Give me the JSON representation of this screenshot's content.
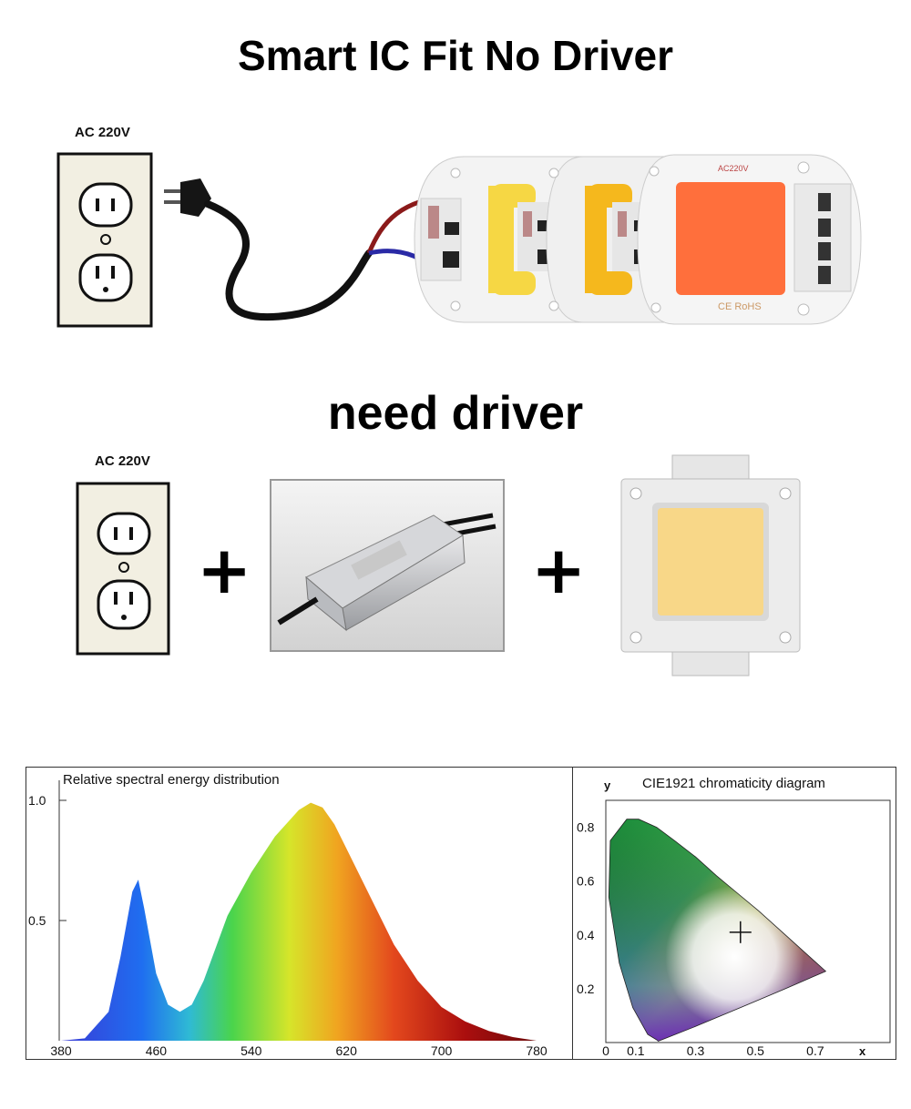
{
  "titles": {
    "top": "Smart IC Fit No Driver",
    "middle": "need  driver"
  },
  "top_section": {
    "outlet_label": "AC 220V",
    "board_marks": [
      "AC220V",
      "CE RoHS"
    ]
  },
  "middle_section": {
    "outlet_label": "AC 220V",
    "plus_1": "+",
    "plus_2": "+"
  },
  "chart_data": [
    {
      "type": "area",
      "title": "Relative spectral energy distribution",
      "x_ticks": [
        "380",
        "460",
        "540",
        "620",
        "700",
        "780"
      ],
      "y_ticks": [
        "1.0",
        "0.5"
      ],
      "xlim": [
        380,
        780
      ],
      "ylim": [
        0,
        1.0
      ],
      "x": [
        380,
        400,
        420,
        430,
        440,
        445,
        450,
        460,
        470,
        480,
        490,
        500,
        520,
        540,
        560,
        580,
        590,
        600,
        610,
        620,
        640,
        660,
        680,
        700,
        720,
        740,
        760,
        780
      ],
      "y": [
        0.0,
        0.01,
        0.12,
        0.35,
        0.62,
        0.67,
        0.55,
        0.28,
        0.15,
        0.12,
        0.15,
        0.25,
        0.52,
        0.7,
        0.85,
        0.96,
        0.99,
        0.97,
        0.9,
        0.8,
        0.6,
        0.4,
        0.25,
        0.14,
        0.08,
        0.04,
        0.015,
        0.0
      ]
    },
    {
      "type": "scatter",
      "title": "CIE1921 chromaticity diagram",
      "xlabel": "x",
      "ylabel": "y",
      "x_ticks": [
        "0",
        "0.1",
        "0.3",
        "0.5",
        "0.7"
      ],
      "y_ticks": [
        "0.8",
        "0.6",
        "0.4",
        "0.2"
      ],
      "xlim": [
        0,
        0.95
      ],
      "ylim": [
        0,
        0.9
      ],
      "locus": [
        [
          0.175,
          0.005
        ],
        [
          0.17,
          0.01
        ],
        [
          0.14,
          0.03
        ],
        [
          0.09,
          0.13
        ],
        [
          0.045,
          0.295
        ],
        [
          0.01,
          0.54
        ],
        [
          0.015,
          0.75
        ],
        [
          0.07,
          0.83
        ],
        [
          0.11,
          0.83
        ],
        [
          0.17,
          0.8
        ],
        [
          0.23,
          0.75
        ],
        [
          0.3,
          0.69
        ],
        [
          0.37,
          0.62
        ],
        [
          0.44,
          0.555
        ],
        [
          0.51,
          0.49
        ],
        [
          0.6,
          0.4
        ],
        [
          0.68,
          0.32
        ],
        [
          0.735,
          0.265
        ],
        [
          0.6,
          0.2
        ],
        [
          0.45,
          0.13
        ],
        [
          0.3,
          0.06
        ],
        [
          0.175,
          0.005
        ]
      ],
      "marker": [
        0.45,
        0.41
      ]
    }
  ]
}
